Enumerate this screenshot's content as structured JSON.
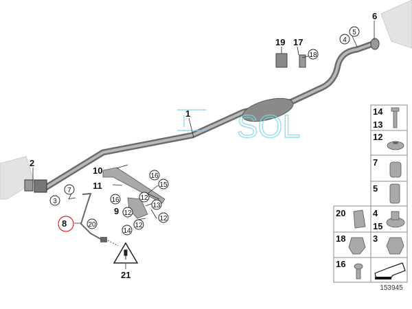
{
  "diagram": {
    "labels": {
      "l1": "1",
      "l2": "2",
      "l3": "3",
      "l4": "4",
      "l5": "5",
      "l6": "6",
      "l7": "7",
      "l8": "8",
      "l9": "9",
      "l10": "10",
      "l11": "11",
      "l12a": "12",
      "l12b": "12",
      "l12c": "12",
      "l12d": "12",
      "l13": "13",
      "l14": "14",
      "l15": "15",
      "l16a": "16",
      "l16b": "16",
      "l17": "17",
      "l18": "18",
      "l19": "19",
      "l20": "20",
      "l21": "21"
    },
    "highlighted_part": "8",
    "highlight_color": "#e02020",
    "watermark": "SOL",
    "legend": {
      "cells": [
        {
          "top": "14",
          "bottom": "13"
        },
        {
          "top": "12"
        },
        {
          "top": "7"
        },
        {
          "top": "5"
        },
        {
          "top": "20"
        },
        {
          "top": "4",
          "bottom": "15"
        },
        {
          "top": "18"
        },
        {
          "top": "3"
        },
        {
          "top": "16"
        }
      ]
    },
    "diagram_number": "153945"
  }
}
